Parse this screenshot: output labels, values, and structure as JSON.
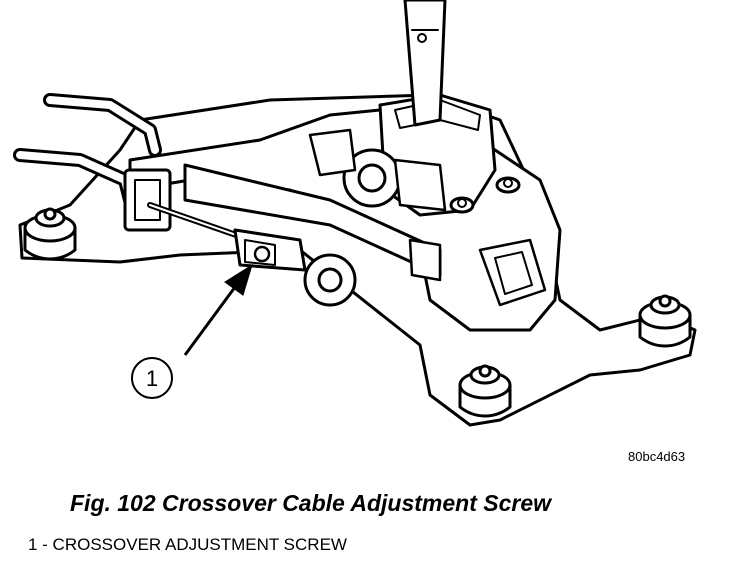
{
  "figure": {
    "reference_code": "80bc4d63",
    "title": "Fig. 102 Crossover Cable Adjustment Screw",
    "callouts": [
      {
        "number": "1",
        "label": "1 - CROSSOVER ADJUSTMENT SCREW"
      }
    ]
  }
}
